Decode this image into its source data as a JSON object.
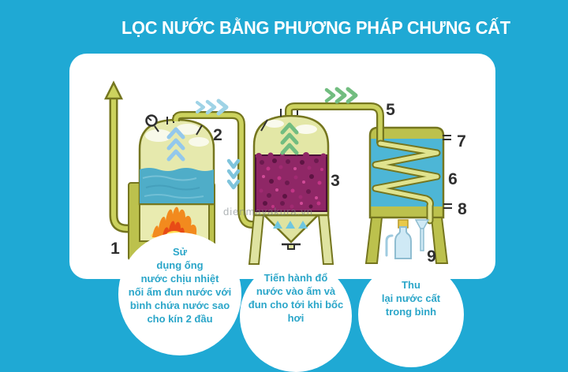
{
  "title": "LỌC NƯỚC BẰNG PHƯƠNG PHÁP CHƯNG CẤT",
  "watermark": "dienmayakura.vn",
  "colors": {
    "background": "#1fa9d4",
    "panel": "#ffffff",
    "step_text": "#2ba6c9",
    "vessel_olive": "#bcc14d",
    "vessel_pale": "#e6e9ad",
    "outline_olive": "#75761f",
    "boiler_water": "#4fadc8",
    "condenser_water": "#4db6d6",
    "coil_yellow": "#e0e38e",
    "fire_orange": "#f28a1e",
    "fire_red": "#e84b16",
    "fire_yellow": "#ffdf53",
    "herb_purple": "#8f2766",
    "arrow_green": "#72bd80",
    "arrow_blue": "#93c8ec",
    "marker_text": "#2f2f2f"
  },
  "markers": {
    "m1": "1",
    "m2": "2",
    "m3": "3",
    "m5": "5",
    "m6": "6",
    "m7": "7",
    "m8": "8",
    "m9": "9"
  },
  "steps": [
    {
      "text": "Sử\ndụng ống\nnước chịu nhiệt\nnối ấm đun nước với\nbình chứa nước sao\ncho kín 2 đầu"
    },
    {
      "text": "Tiến hành đổ\nnước vào ấm và\nđun cho tới khi bốc\nhơi"
    },
    {
      "text": "Thu\nlại nước cất\ntrong bình"
    }
  ]
}
